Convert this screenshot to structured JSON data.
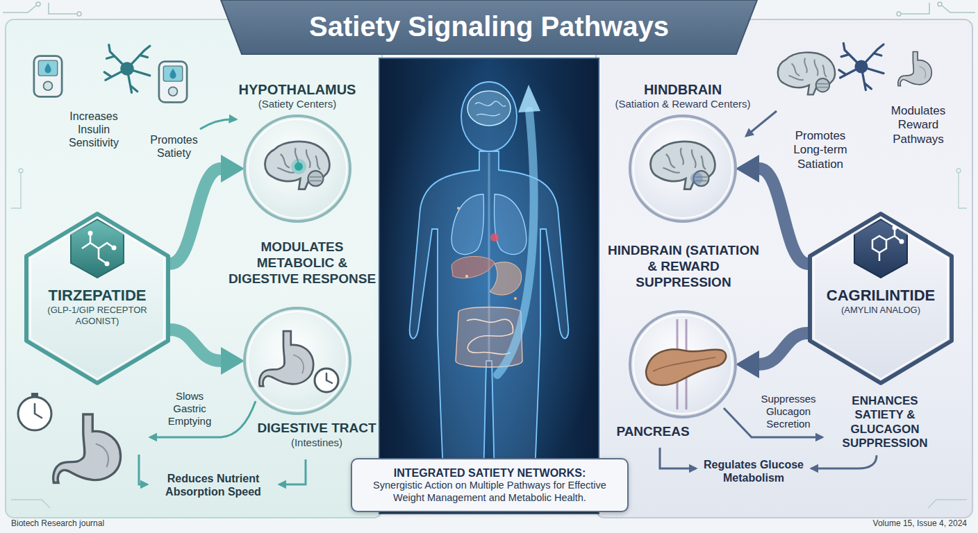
{
  "diagram": {
    "title": "Satiety Signaling Pathways",
    "nodes": [
      {
        "text": [
          "TIRZEPATIDE",
          "(GLP-1/GIP RECEPTOR AGONIST)"
        ]
      },
      {
        "text": [
          "HYPOTHALAMUS",
          "(Satiety Centers)"
        ]
      },
      {
        "text": [
          "DIGESTIVE TRACT",
          "(Intestines)"
        ]
      },
      {
        "text": [
          "HINDBRAIN",
          "(Satiation & Reward Centers)"
        ]
      },
      {
        "text": [
          "CAGRILINTIDE",
          "(AMYLIN ANALOG)"
        ]
      },
      {
        "text": [
          "PANCREAS"
        ]
      },
      {
        "text": [
          "INTEGRATED SATIETY NETWORKS:",
          "Synergistic Action on Multiple Pathways for Effective Weight Management and Metabolic Health."
        ]
      }
    ],
    "edges": [
      {
        "from": 0,
        "to": 1,
        "arrow": "to"
      },
      {
        "from": 0,
        "to": 2,
        "arrow": "to"
      },
      {
        "from": 4,
        "to": 3,
        "arrow": "to"
      },
      {
        "from": 4,
        "to": 5,
        "arrow": "to"
      }
    ],
    "labels": [
      "Increases Insulin Sensitivity",
      "Promotes Satiety",
      "MODULATES METABOLIC & DIGESTIVE RESPONSE",
      "Slows Gastric Emptying",
      "Reduces Nutrient Absorption Speed",
      "Promotes Long-term Satiation",
      "Modulates Reward Pathways",
      "HINDBRAIN (SATIATION & REWARD SUPPRESSION",
      "Suppresses Glucagon Secretion",
      "ENHANCES SATIETY & GLUCAGON SUPPRESSION",
      "Regulates Glucose Metabolism",
      "Biotech Research journal",
      "Volume 15, Issue 4, 2024"
    ]
  }
}
